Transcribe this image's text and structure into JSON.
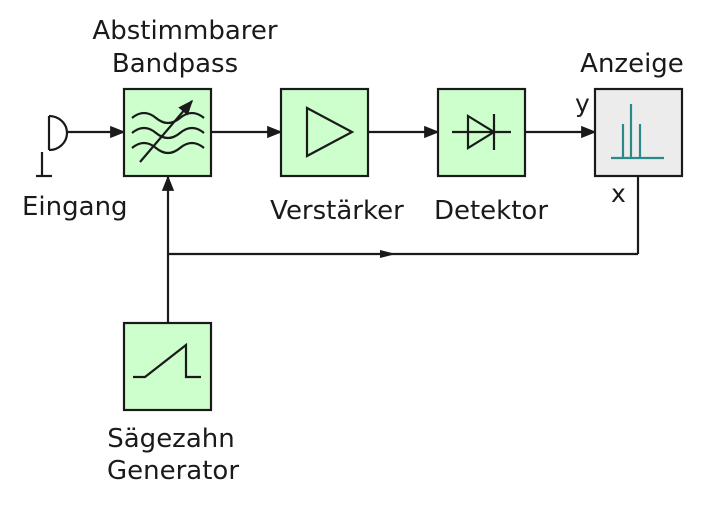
{
  "colors": {
    "block_fill": "#ccffcc",
    "display_fill": "#ececec",
    "line": "#1a1a1a",
    "spectrum": "#2a8a8a"
  },
  "labels": {
    "input": "Eingang",
    "bandpass_line1": "Abstimmbarer",
    "bandpass_line2": "Bandpass",
    "amplifier": "Verstärker",
    "detector": "Detektor",
    "display": "Anzeige",
    "display_y": "y",
    "display_x": "x",
    "generator_line1": "Sägezahn",
    "generator_line2": "Generator"
  },
  "icons": {
    "input": "antenna-icon",
    "bandpass": "tunable-filter-icon",
    "amplifier": "amplifier-triangle-icon",
    "detector": "diode-icon",
    "display": "spectrum-lines-icon",
    "generator": "sawtooth-wave-icon"
  }
}
